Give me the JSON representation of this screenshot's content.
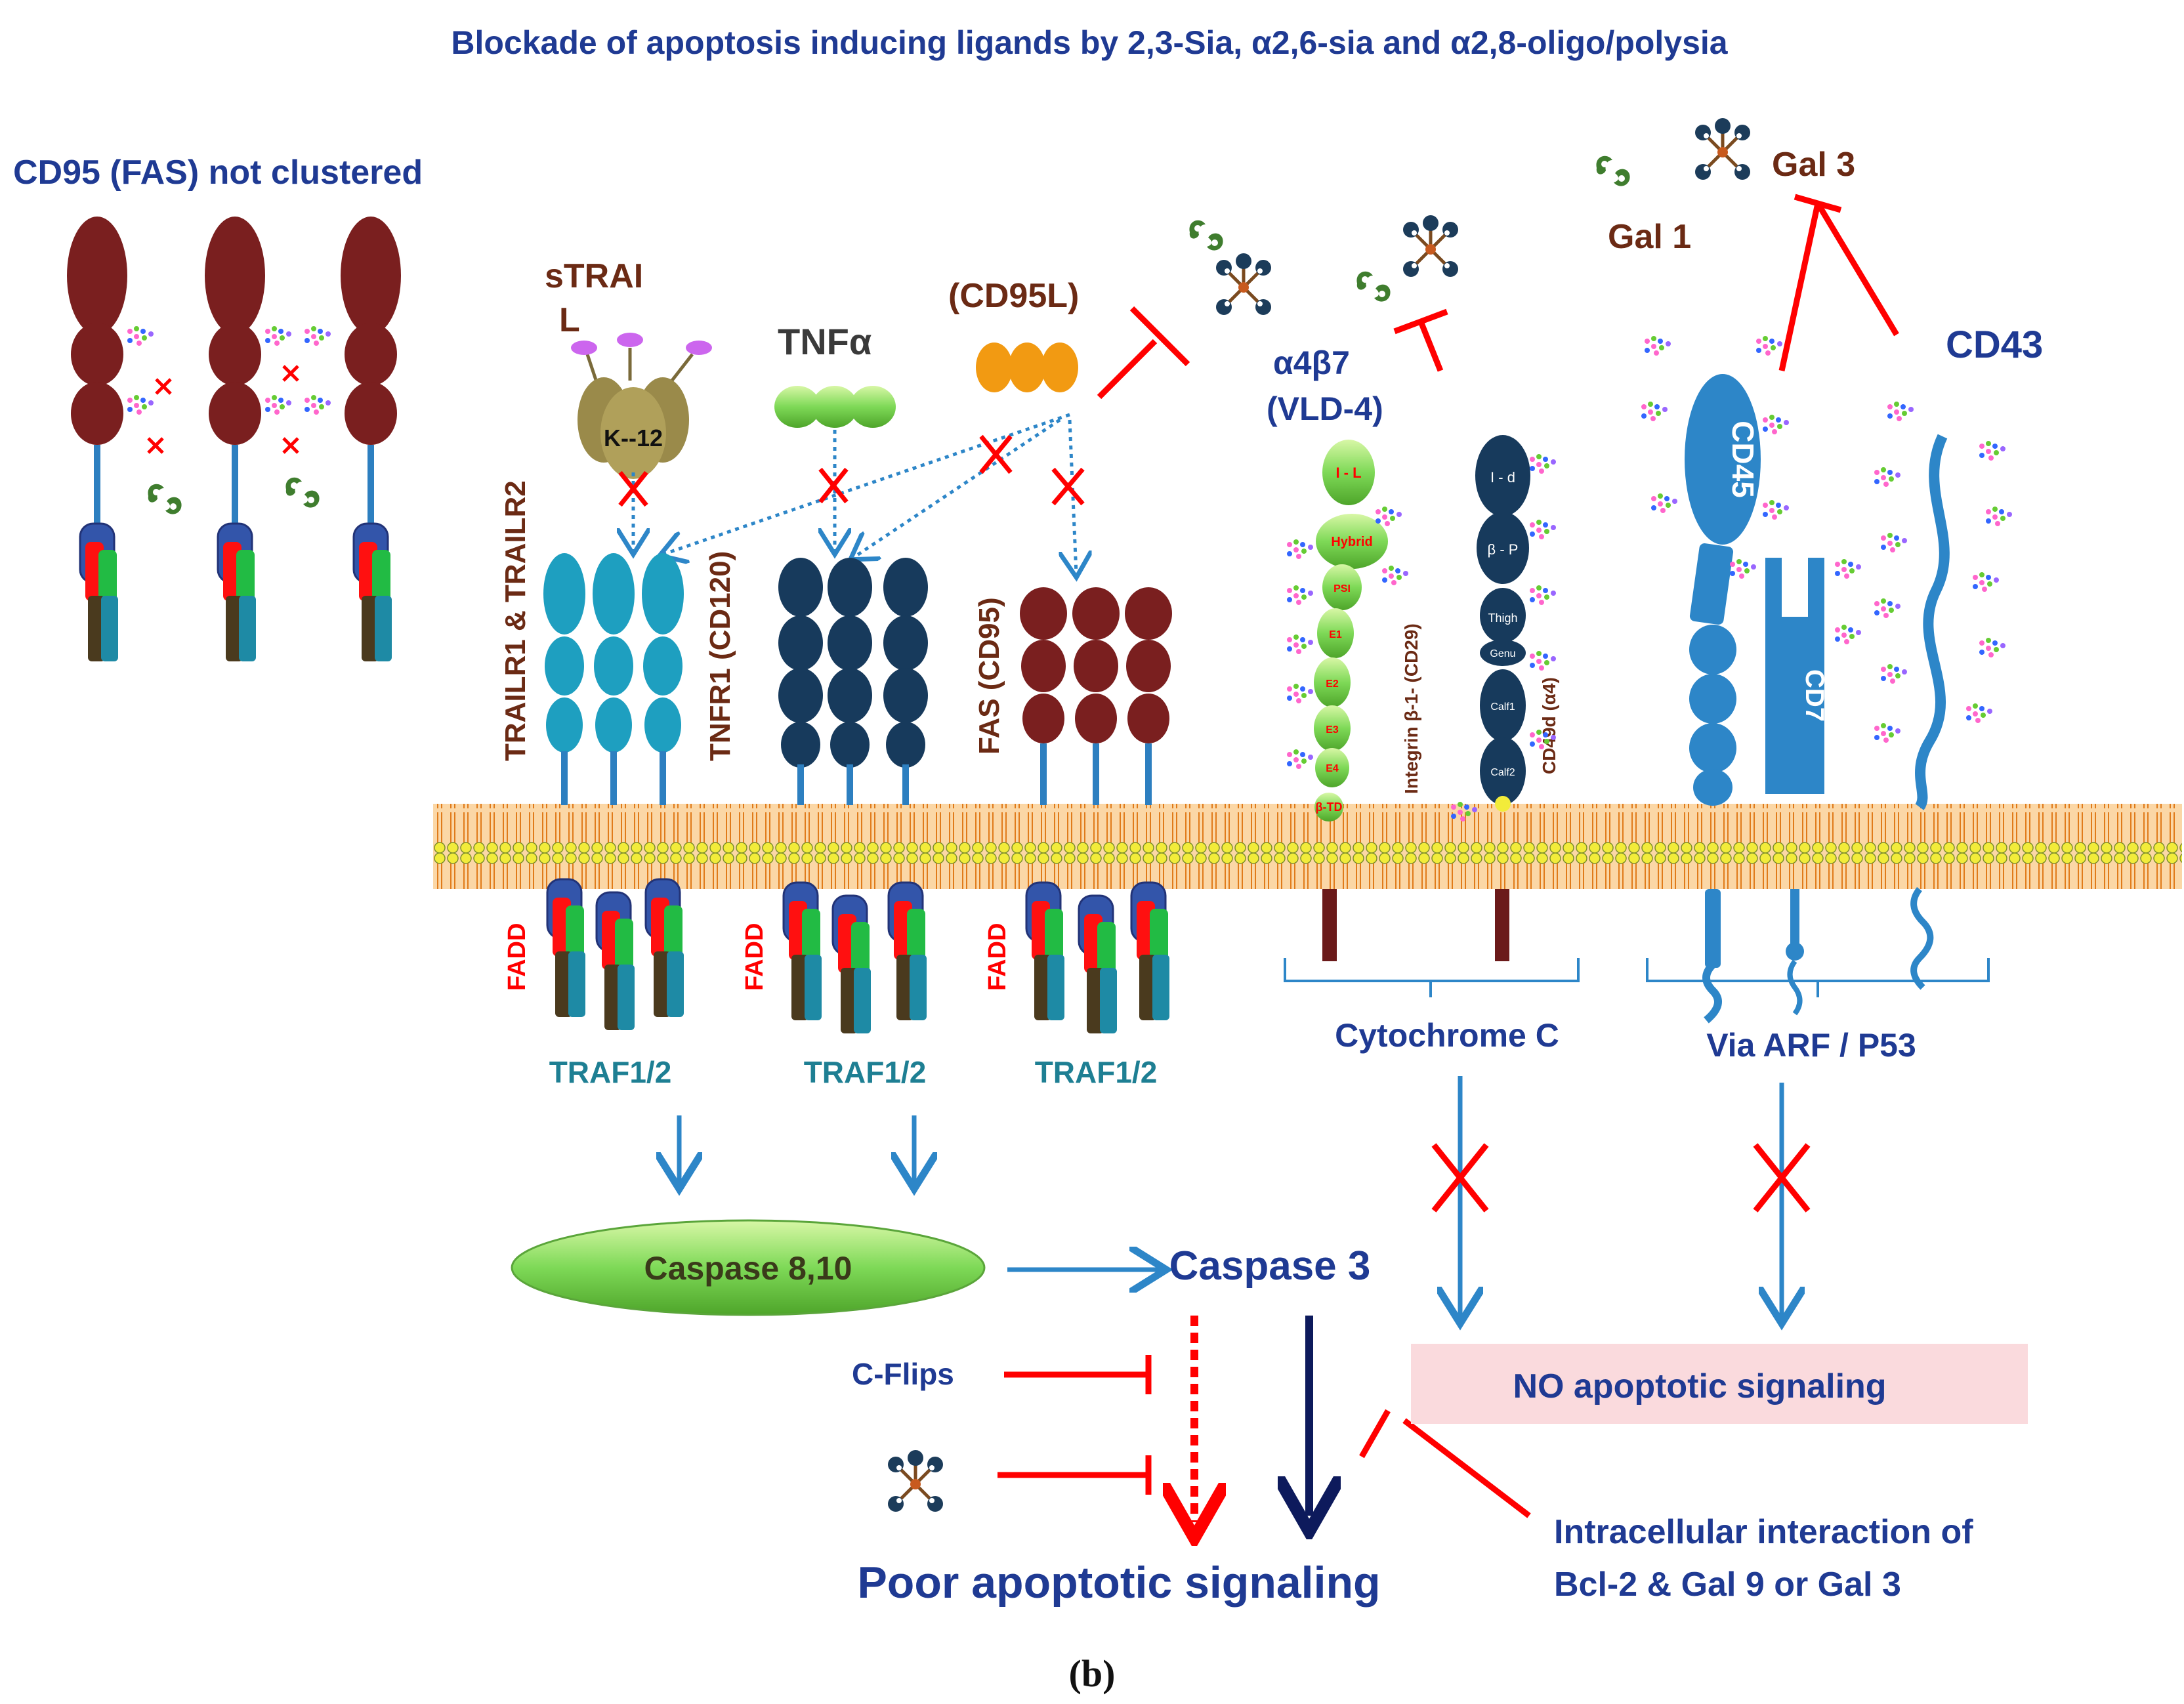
{
  "title": "Blockade of apoptosis inducing ligands  by 2,3-Sia, α2,6-sia and α2,8-oligo/polysia",
  "cd95_not_clustered": "CD95 (FAS) not clustered",
  "ligands": {
    "strail_line1": "sTRAI",
    "strail_line2": "L",
    "k12": "K--12",
    "tnfa": "TNFα",
    "cd95l": "(CD95L)",
    "gal1": "Gal 1",
    "gal3": "Gal 3",
    "cd43": "CD43",
    "a4b7_line1": "α4β7",
    "a4b7_line2": "(VLD-4)",
    "cd45": "CD45",
    "cd7": "CD7"
  },
  "receptors": {
    "trailr": "TRAILR1 & TRAILR2",
    "tnfr1": "TNFR1 (CD120)",
    "fas": "FAS (CD95)",
    "integrin": "Integrin β-1- (CD29)",
    "cd49d": "CD49d (α4)"
  },
  "integrin_domains": {
    "beta1": [
      "I - L",
      "Hybrid",
      "PSI",
      "E1",
      "E2",
      "E3",
      "E4",
      "β-TD"
    ],
    "alpha4": [
      "I - d",
      "β - P",
      "Thigh",
      "Genu",
      "Calf1",
      "Calf2"
    ]
  },
  "intracellular": {
    "fadd": "FADD",
    "traf": "TRAF1/2",
    "cytochrome": "Cytochrome C",
    "arf": "Via ARF / P53"
  },
  "cascade": {
    "caspase810": "Caspase 8,10",
    "caspase3": "Caspase 3",
    "cflips": "C-Flips",
    "no_apoptotic": "NO apoptotic signaling",
    "poor": "Poor apoptotic signaling",
    "bcl2_line1": "Intracellular interaction of",
    "bcl2_line2": "Bcl-2 & Gal 9 or Gal 3"
  },
  "caption": "(b)",
  "colors": {
    "title": "#1f3a93",
    "brown_label": "#6b2a14",
    "red": "#ff0000",
    "receptor_trail": "#1e9fc0",
    "receptor_tnfr": "#173a5c",
    "receptor_fas": "#7a1f1f",
    "membrane": "#f5a54a",
    "ligand_green": "#7ed957",
    "ligand_orange": "#f29a12",
    "no_box": "#fadadd"
  },
  "icons": [
    "galectin-1-icon",
    "galectin-3-icon",
    "sialic-acid-chain-icon",
    "inhibition-bar-icon",
    "block-x-icon",
    "arrow-icon"
  ]
}
